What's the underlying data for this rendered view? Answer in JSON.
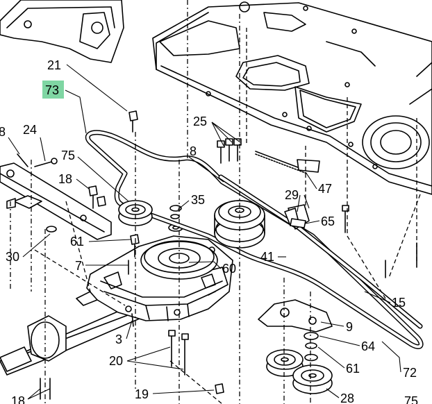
{
  "callouts": [
    {
      "id": "21",
      "text": "21"
    },
    {
      "id": "73",
      "text": "73",
      "highlight": "#7fd6a3"
    },
    {
      "id": "8a",
      "text": "8"
    },
    {
      "id": "24",
      "text": "24"
    },
    {
      "id": "75a",
      "text": "75"
    },
    {
      "id": "8b",
      "text": "8"
    },
    {
      "id": "25",
      "text": "25"
    },
    {
      "id": "18a",
      "text": "18"
    },
    {
      "id": "35",
      "text": "35"
    },
    {
      "id": "29",
      "text": "29"
    },
    {
      "id": "47",
      "text": "47"
    },
    {
      "id": "65",
      "text": "65"
    },
    {
      "id": "61a",
      "text": "61"
    },
    {
      "id": "30",
      "text": "30"
    },
    {
      "id": "7",
      "text": "7"
    },
    {
      "id": "60",
      "text": "60"
    },
    {
      "id": "41",
      "text": "41"
    },
    {
      "id": "15",
      "text": "15"
    },
    {
      "id": "3",
      "text": "3"
    },
    {
      "id": "9",
      "text": "9"
    },
    {
      "id": "64",
      "text": "64"
    },
    {
      "id": "20",
      "text": "20"
    },
    {
      "id": "61b",
      "text": "61"
    },
    {
      "id": "72",
      "text": "72"
    },
    {
      "id": "19",
      "text": "19"
    },
    {
      "id": "18b",
      "text": "18"
    },
    {
      "id": "28",
      "text": "28"
    },
    {
      "id": "75b",
      "text": "75"
    }
  ]
}
